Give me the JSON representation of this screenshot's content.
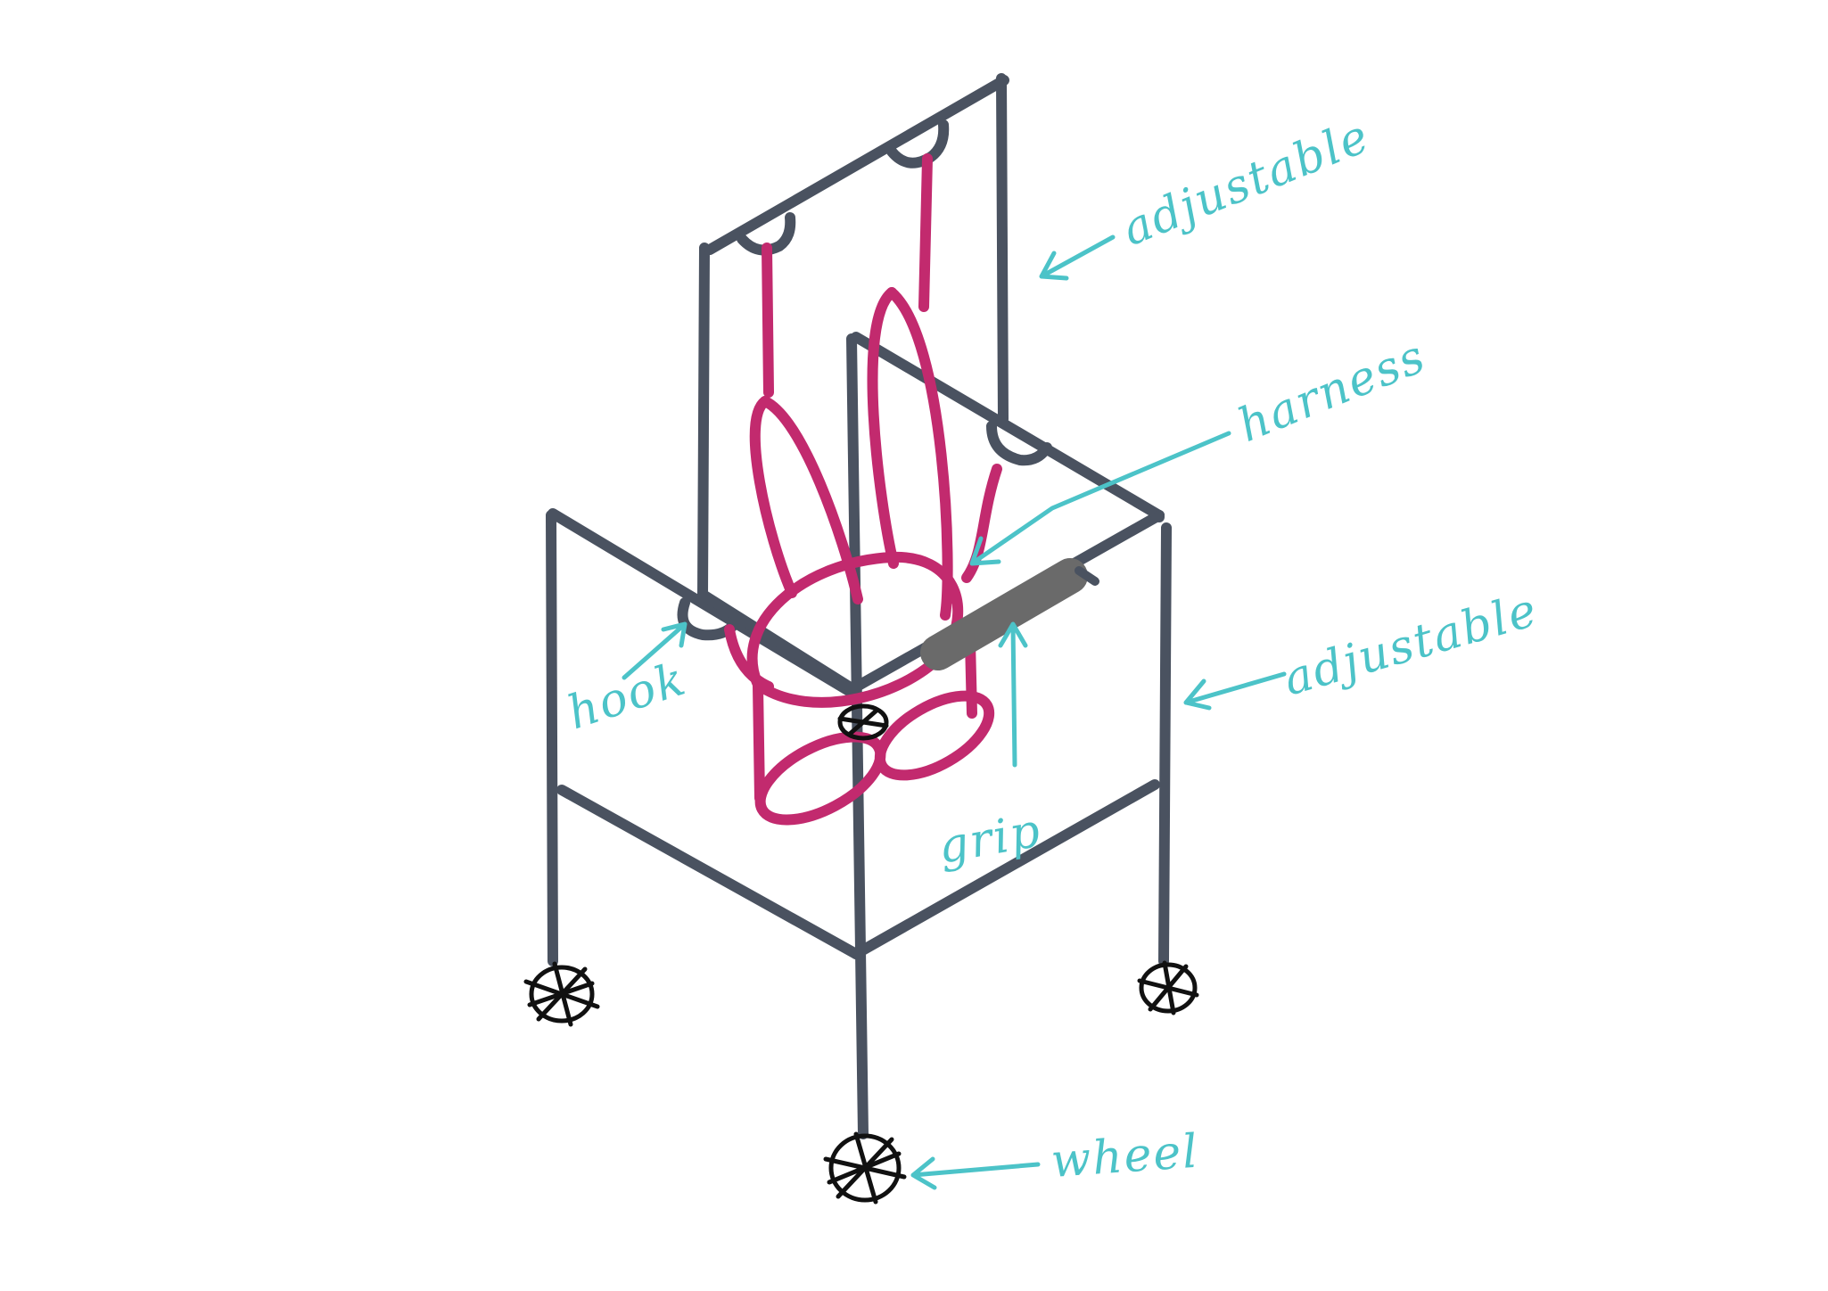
{
  "colors": {
    "background": "#ffffff",
    "frame": "#4a5260",
    "harness": "#c22a6e",
    "annotation": "#4cc3c8",
    "grip": "#6a6a6a",
    "wheel": "#111111"
  },
  "labels": {
    "adjustable_top": "adjustable",
    "harness": "harness",
    "adjustable_side": "adjustable",
    "hook": "hook",
    "grip": "grip",
    "wheel": "wheel"
  },
  "icons": [
    "wheel-icon",
    "wheel-icon",
    "wheel-icon",
    "hook-icon"
  ]
}
